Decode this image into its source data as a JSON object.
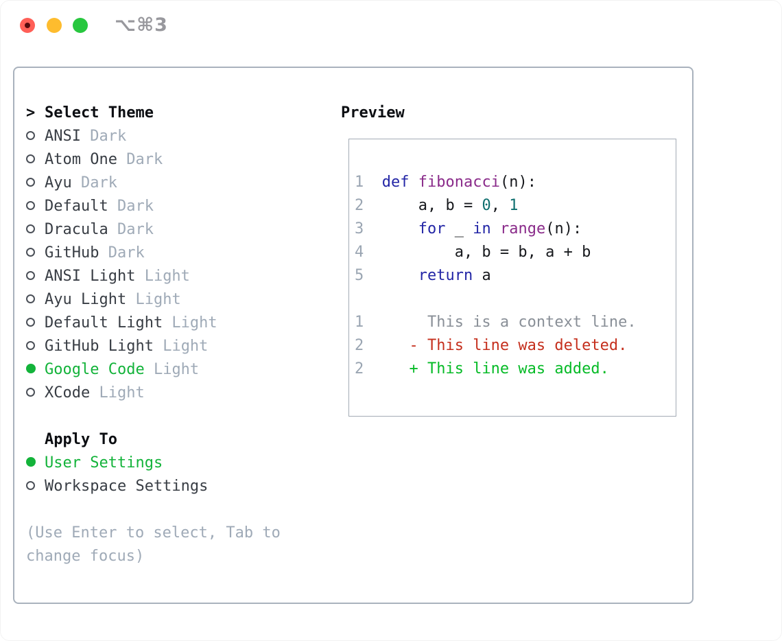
{
  "titlebar": {
    "shortcut": "⌥⌘3"
  },
  "theme_list": {
    "header_prefix": ">",
    "header": "Select Theme",
    "items": [
      {
        "name": "ANSI",
        "tag": "Dark",
        "selected": false
      },
      {
        "name": "Atom One",
        "tag": "Dark",
        "selected": false
      },
      {
        "name": "Ayu",
        "tag": "Dark",
        "selected": false
      },
      {
        "name": "Default",
        "tag": "Dark",
        "selected": false
      },
      {
        "name": "Dracula",
        "tag": "Dark",
        "selected": false
      },
      {
        "name": "GitHub",
        "tag": "Dark",
        "selected": false
      },
      {
        "name": "ANSI Light",
        "tag": "Light",
        "selected": false
      },
      {
        "name": "Ayu Light",
        "tag": "Light",
        "selected": false
      },
      {
        "name": "Default Light",
        "tag": "Light",
        "selected": false
      },
      {
        "name": "GitHub Light",
        "tag": "Light",
        "selected": false
      },
      {
        "name": "Google Code",
        "tag": "Light",
        "selected": true
      },
      {
        "name": "XCode",
        "tag": "Light",
        "selected": false
      }
    ]
  },
  "apply_to": {
    "header": "Apply To",
    "options": [
      {
        "name": "User Settings",
        "selected": true
      },
      {
        "name": "Workspace Settings",
        "selected": false
      }
    ]
  },
  "footer_hint": "(Use Enter to select, Tab to\nchange focus)",
  "preview": {
    "header": "Preview",
    "lines": [
      {
        "num": "1",
        "tokens": [
          {
            "c": "pl",
            "t": "  "
          },
          {
            "c": "kw",
            "t": "def"
          },
          {
            "c": "pl",
            "t": " "
          },
          {
            "c": "fn",
            "t": "fibonacci"
          },
          {
            "c": "pl",
            "t": "(n):"
          }
        ]
      },
      {
        "num": "2",
        "tokens": [
          {
            "c": "pl",
            "t": "      a, b = "
          },
          {
            "c": "lit",
            "t": "0"
          },
          {
            "c": "pl",
            "t": ", "
          },
          {
            "c": "lit",
            "t": "1"
          }
        ]
      },
      {
        "num": "3",
        "tokens": [
          {
            "c": "pl",
            "t": "      "
          },
          {
            "c": "kw",
            "t": "for"
          },
          {
            "c": "pl",
            "t": " _ "
          },
          {
            "c": "kw",
            "t": "in"
          },
          {
            "c": "pl",
            "t": " "
          },
          {
            "c": "fn",
            "t": "range"
          },
          {
            "c": "pl",
            "t": "(n):"
          }
        ]
      },
      {
        "num": "4",
        "tokens": [
          {
            "c": "pl",
            "t": "          a, b = b, a + b"
          }
        ]
      },
      {
        "num": "5",
        "tokens": [
          {
            "c": "pl",
            "t": "      "
          },
          {
            "c": "kw",
            "t": "return"
          },
          {
            "c": "pl",
            "t": " a"
          }
        ]
      },
      {
        "num": "",
        "tokens": []
      },
      {
        "num": "1",
        "tokens": [
          {
            "c": "ctx",
            "t": "       This is a context line."
          }
        ]
      },
      {
        "num": "2",
        "tokens": [
          {
            "c": "del",
            "t": "     - This line was deleted."
          }
        ]
      },
      {
        "num": "2",
        "tokens": [
          {
            "c": "add",
            "t": "     + This line was added."
          }
        ]
      }
    ]
  },
  "colors": {
    "accent-green": "#13b33a",
    "header-text": "#0c0e12",
    "item-text": "#383d44",
    "muted-text": "#9faab7",
    "radio-outline": "#4b5058",
    "panel-border": "#a9b2bd",
    "preview-border": "#a3abb5",
    "line-number": "#9aa5b2",
    "code-keyword": "#2326a6",
    "code-function": "#8a2b8a",
    "code-literal": "#0d6e6e",
    "code-plain": "#17191d",
    "diff-context": "#898f97",
    "diff-deleted": "#c52f1d",
    "diff-added": "#06bb27",
    "traffic-red": "#ff5f57",
    "traffic-red-dot": "#550a0d",
    "traffic-yellow": "#febc2e",
    "traffic-green": "#28c73f",
    "titlebar-text": "#98989d"
  }
}
